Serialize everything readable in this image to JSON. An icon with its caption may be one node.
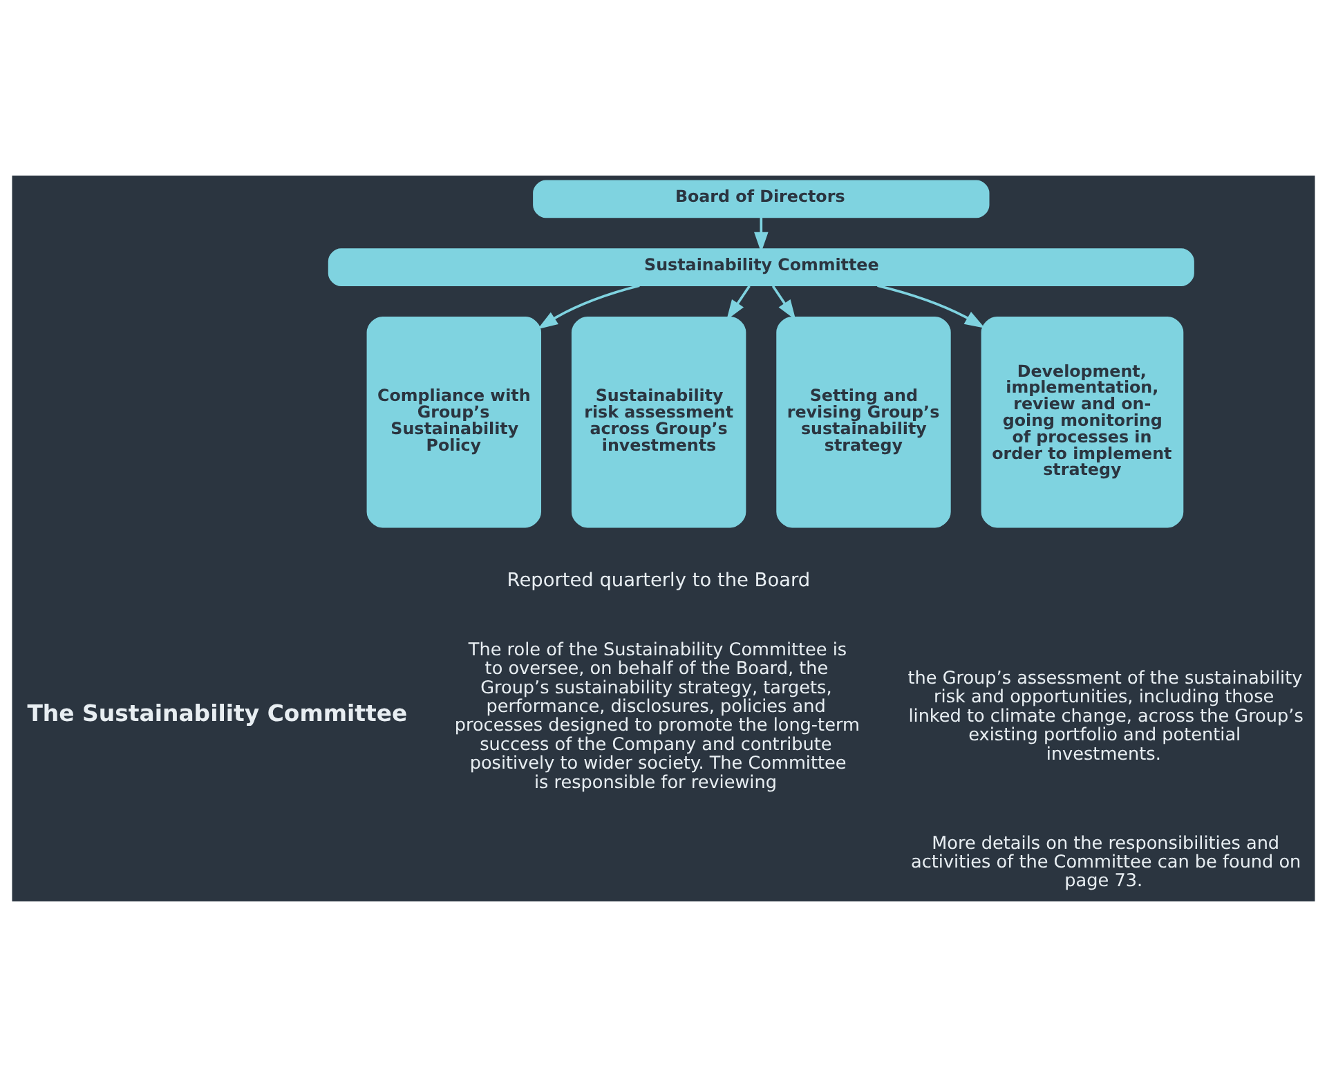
{
  "diagram": {
    "nodes": [
      {
        "text": [
          "Board of Directors"
        ]
      },
      {
        "text": [
          "Sustainability Committee"
        ]
      },
      {
        "text": [
          "Compliance with Group’s Sustainability Policy"
        ]
      },
      {
        "text": [
          "Sustainability risk assessment across Group’s investments"
        ]
      },
      {
        "text": [
          "Setting and revising Group’s sustainability strategy"
        ]
      },
      {
        "text": [
          "Development, implementation, review and on-going monitoring of processes in order to implement strategy"
        ]
      }
    ],
    "edges": [
      {
        "from": 0,
        "to": 1,
        "arrow": "to"
      },
      {
        "from": 1,
        "to": 2,
        "arrow": "to"
      },
      {
        "from": 1,
        "to": 3,
        "arrow": "to"
      },
      {
        "from": 1,
        "to": 4,
        "arrow": "to"
      },
      {
        "from": 1,
        "to": 5,
        "arrow": "to"
      }
    ],
    "labels": [
      "Reported quarterly to the Board",
      "The Sustainability Committee",
      "The role of the Sustainability Committee is to oversee, on behalf of the Board, the Group’s sustainability strategy, targets, performance, disclosures, policies and processes designed to promote the long-term success of the Company and contribute positively to wider society. The Committee is responsible for reviewing",
      "the Group’s assessment of the sustainability risk and opportunities, including those linked to climate change, across the Group’s existing portfolio and potential investments.",
      "More details on the responsibilities and activities of the Committee can be found on page 73."
    ]
  }
}
